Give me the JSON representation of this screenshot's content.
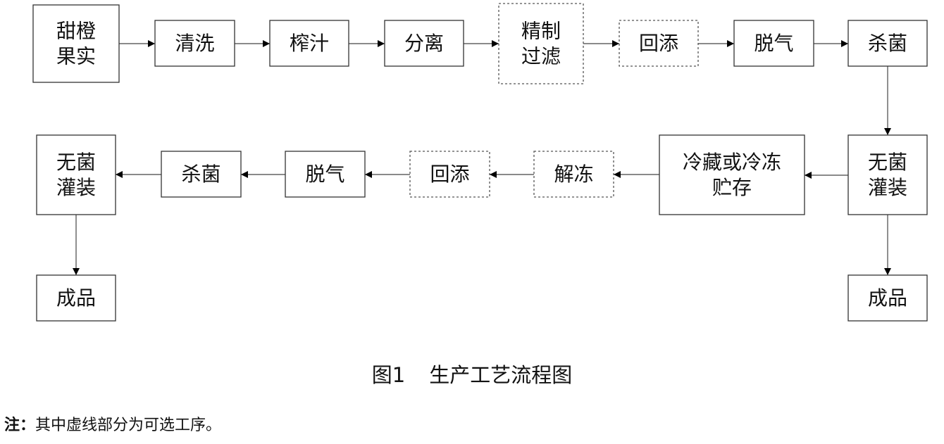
{
  "diagram": {
    "type": "flowchart",
    "nodes": [
      {
        "id": "n1",
        "lines": [
          "甜橙",
          "果实"
        ],
        "optional": false
      },
      {
        "id": "n2",
        "lines": [
          "清洗"
        ],
        "optional": false
      },
      {
        "id": "n3",
        "lines": [
          "榨汁"
        ],
        "optional": false
      },
      {
        "id": "n4",
        "lines": [
          "分离"
        ],
        "optional": false
      },
      {
        "id": "n5",
        "lines": [
          "精制",
          "过滤"
        ],
        "optional": true
      },
      {
        "id": "n6",
        "lines": [
          "回添"
        ],
        "optional": true
      },
      {
        "id": "n7",
        "lines": [
          "脱气"
        ],
        "optional": false
      },
      {
        "id": "n8",
        "lines": [
          "杀菌"
        ],
        "optional": false
      },
      {
        "id": "n9",
        "lines": [
          "无菌",
          "灌装"
        ],
        "optional": false
      },
      {
        "id": "n10",
        "lines": [
          "成品"
        ],
        "optional": false
      },
      {
        "id": "n11",
        "lines": [
          "冷藏或冷冻",
          "贮存"
        ],
        "optional": false
      },
      {
        "id": "n12",
        "lines": [
          "解冻"
        ],
        "optional": true
      },
      {
        "id": "n13",
        "lines": [
          "回添"
        ],
        "optional": true
      },
      {
        "id": "n14",
        "lines": [
          "脱气"
        ],
        "optional": false
      },
      {
        "id": "n15",
        "lines": [
          "杀菌"
        ],
        "optional": false
      },
      {
        "id": "n16",
        "lines": [
          "无菌",
          "灌装"
        ],
        "optional": false
      },
      {
        "id": "n17",
        "lines": [
          "成品"
        ],
        "optional": false
      }
    ],
    "edges": [
      [
        "n1",
        "n2"
      ],
      [
        "n2",
        "n3"
      ],
      [
        "n3",
        "n4"
      ],
      [
        "n4",
        "n5"
      ],
      [
        "n5",
        "n6"
      ],
      [
        "n6",
        "n7"
      ],
      [
        "n7",
        "n8"
      ],
      [
        "n8",
        "n9"
      ],
      [
        "n9",
        "n10"
      ],
      [
        "n9",
        "n11"
      ],
      [
        "n11",
        "n12"
      ],
      [
        "n12",
        "n13"
      ],
      [
        "n13",
        "n14"
      ],
      [
        "n14",
        "n15"
      ],
      [
        "n15",
        "n16"
      ],
      [
        "n16",
        "n17"
      ]
    ]
  },
  "caption": {
    "figure_no": "图1",
    "title": "生产工艺流程图"
  },
  "note": {
    "label": "注：",
    "text": "其中虚线部分为可选工序。"
  }
}
